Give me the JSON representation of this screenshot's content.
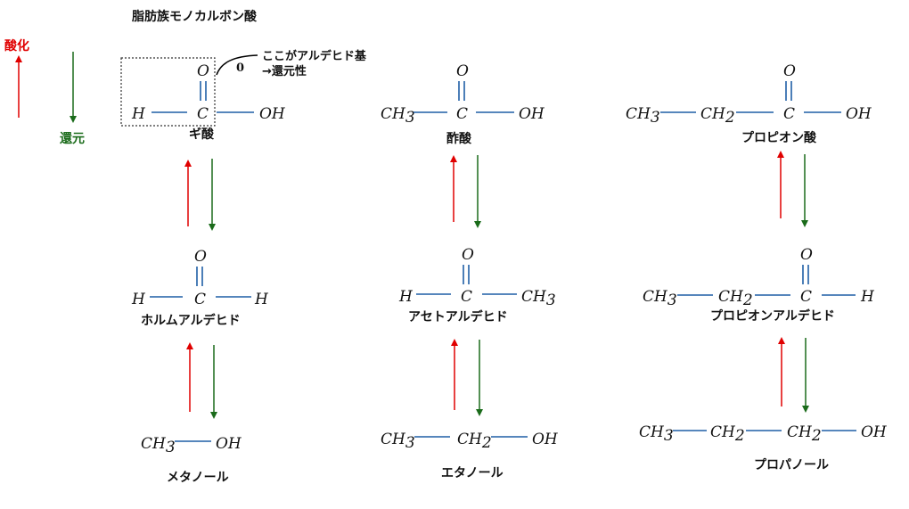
{
  "title": "脂肪族モノカルボン酸",
  "legend": {
    "oxidation": "酸化",
    "reduction": "還元"
  },
  "annotation": {
    "line1": "ここがアルデヒド基",
    "line2": "→還元性"
  },
  "atoms": {
    "H": "H",
    "C": "C",
    "O": "O",
    "OH": "OH",
    "CH": "CH",
    "sub2": "2",
    "sub3": "3"
  },
  "compounds": {
    "formic_acid": "ギ酸",
    "formaldehyde": "ホルムアルデヒド",
    "methanol": "メタノール",
    "acetic_acid": "酢酸",
    "acetaldehyde": "アセトアルデヒド",
    "ethanol": "エタノール",
    "propionic_acid": "プロピオン酸",
    "propionaldehyde": "プロピオンアルデヒド",
    "propanol": "プロパノール"
  },
  "colors": {
    "oxidation": "#e00000",
    "reduction": "#1a6b1a",
    "bond": "#1f5fa6",
    "text": "#111111"
  }
}
